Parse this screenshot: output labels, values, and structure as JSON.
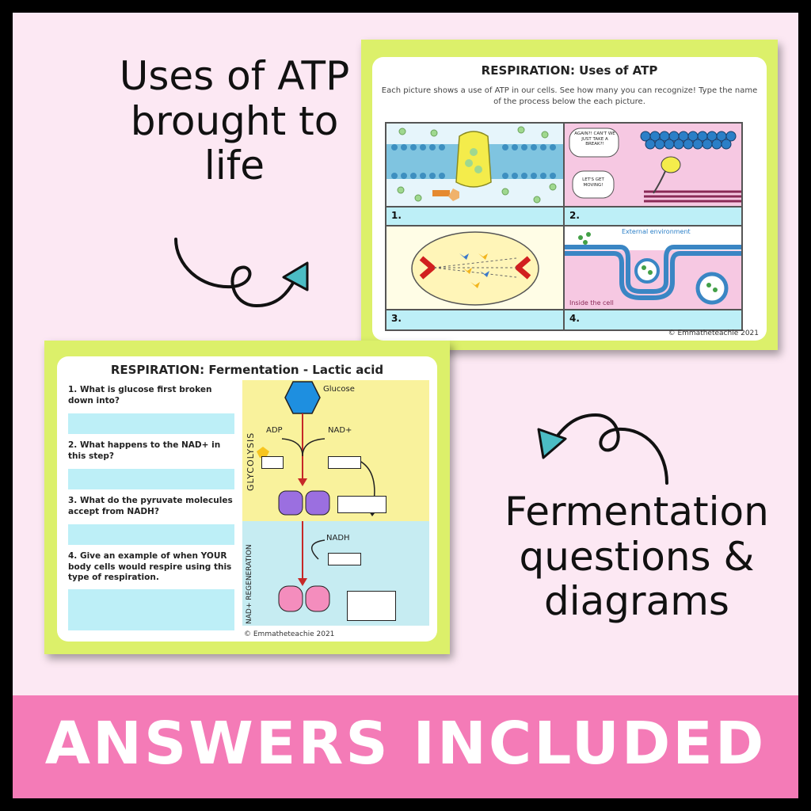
{
  "captions": {
    "top_left": "Uses of ATP brought to life",
    "bottom_right": "Fermentation questions & diagrams"
  },
  "banner": {
    "text": "ANSWERS INCLUDED"
  },
  "atp_slide": {
    "title": "RESPIRATION: Uses of ATP",
    "instructions": "Each picture shows a use of ATP in our cells. See how many you can recognize! Type the name of the process below the each picture.",
    "panels": [
      {
        "number": "1."
      },
      {
        "number": "2.",
        "bubble_top": "AGAIN?! CAN'T WE JUST TAKE A BREAK?!",
        "bubble_bottom": "LET'S GET MOVING!"
      },
      {
        "number": "3."
      },
      {
        "number": "4.",
        "top_label": "External environment",
        "bottom_label": "Inside the cell"
      }
    ],
    "copyright": "© Emmatheteachie 2021"
  },
  "ferm_slide": {
    "title": "RESPIRATION: Fermentation - Lactic acid",
    "questions": [
      "1. What is glucose first broken down into?",
      "2. What happens to the NAD+ in this step?",
      "3. What do the pyruvate molecules accept from NADH?",
      "4. Give an example of when YOUR body cells would respire using this type of respiration."
    ],
    "diagram": {
      "glucose": "Glucose",
      "adp": "ADP",
      "nad_plus": "NAD+",
      "nadh": "NADH",
      "section_top": "GLYCOLYSIS",
      "section_bottom": "NAD+ REGENERATION"
    },
    "copyright": "© Emmatheteachie 2021"
  },
  "colors": {
    "background": "#fce8f3",
    "frame": "#000000",
    "banner": "#f47bb7",
    "slide_border": "#dcf06a",
    "answer_box": "#bdeff7",
    "arrow_head": "#4bbcc4"
  }
}
